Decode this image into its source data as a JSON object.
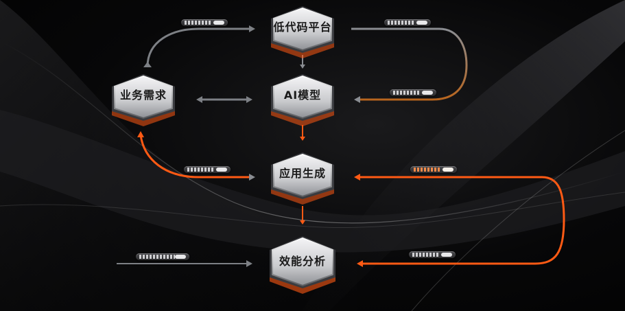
{
  "nodes": {
    "lowcode": "低代码平台",
    "demand": "业务需求",
    "ai_model": "AI模型",
    "app_gen": "应用生成",
    "efficiency": "效能分析"
  },
  "colors": {
    "accent": "#ff5a14",
    "connector_gray": "#8a8d92",
    "background": "#050505"
  }
}
